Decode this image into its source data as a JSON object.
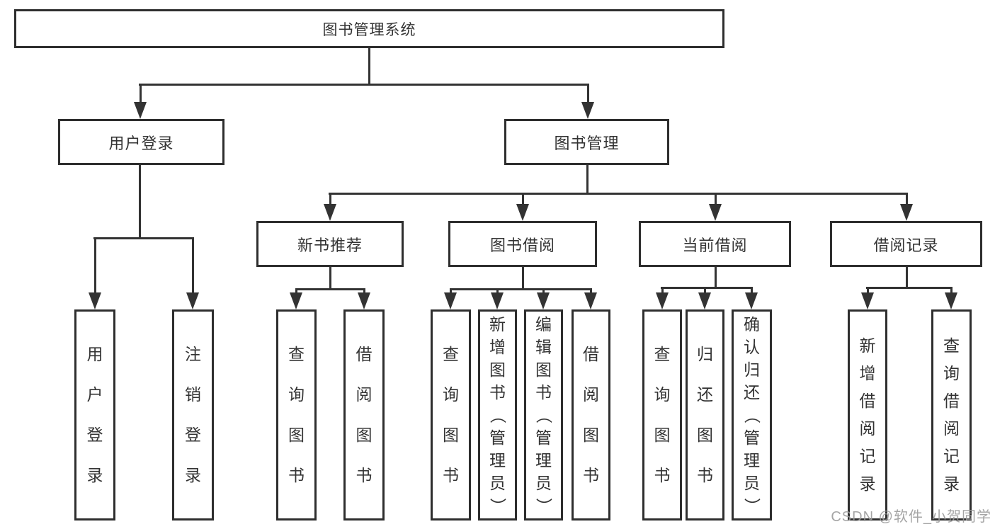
{
  "diagram": {
    "root": {
      "label": "图书管理系统"
    },
    "level2": [
      {
        "label": "用户登录"
      },
      {
        "label": "图书管理"
      }
    ],
    "level3": [
      {
        "label": "新书推荐"
      },
      {
        "label": "图书借阅"
      },
      {
        "label": "当前借阅"
      },
      {
        "label": "借阅记录"
      }
    ],
    "leaves": [
      {
        "label": "用户登录"
      },
      {
        "label": "注销登录"
      },
      {
        "label": "查询图书"
      },
      {
        "label": "借阅图书"
      },
      {
        "label": "查询图书"
      },
      {
        "label": "新增图书（管理员）"
      },
      {
        "label": "编辑图书（管理员）"
      },
      {
        "label": "借阅图书"
      },
      {
        "label": "查询图书"
      },
      {
        "label": "归还图书"
      },
      {
        "label": "确认归还（管理员）"
      },
      {
        "label": "新增借阅记录"
      },
      {
        "label": "查询借阅记录"
      }
    ],
    "watermark": "CSDN @软件_小贺同学",
    "colors": {
      "line": "#333333",
      "box_border": "#2e2e2e",
      "text": "#333333",
      "watermark": "#9b9b9b",
      "background": "#ffffff"
    }
  }
}
